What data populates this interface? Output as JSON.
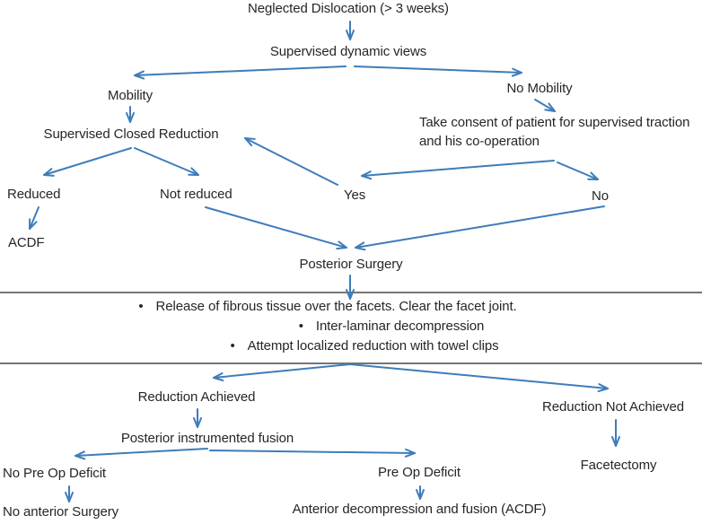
{
  "colors": {
    "arrow": "#3e7cba",
    "text": "#262626",
    "divider": "#757575",
    "background": "#ffffff"
  },
  "bullet_glyph": "•",
  "flowchart": {
    "nodes": {
      "neglected_dislocation": "Neglected Dislocation (> 3 weeks)",
      "supervised_dynamic_views": "Supervised dynamic views",
      "mobility": "Mobility",
      "no_mobility": "No Mobility",
      "supervised_closed_reduction": "Supervised Closed Reduction",
      "take_consent": "Take consent of patient for supervised traction and his co-operation",
      "reduced": "Reduced",
      "not_reduced": "Not reduced",
      "yes": "Yes",
      "no": "No",
      "acdf": "ACDF",
      "posterior_surgery": "Posterior Surgery",
      "reduction_achieved": "Reduction Achieved",
      "reduction_not_achieved": "Reduction Not Achieved",
      "posterior_instrumented_fusion": "Posterior instrumented fusion",
      "facetectomy": "Facetectomy",
      "no_pre_op_deficit": "No Pre Op Deficit",
      "pre_op_deficit": "Pre Op Deficit",
      "no_anterior_surgery": "No anterior Surgery",
      "anterior_decompression_fusion": "Anterior decompression and fusion (ACDF)"
    },
    "surgery_steps": [
      "Release of fibrous tissue over the facets. Clear the facet joint.",
      "Inter-laminar decompression",
      "Attempt localized reduction with towel clips"
    ]
  }
}
